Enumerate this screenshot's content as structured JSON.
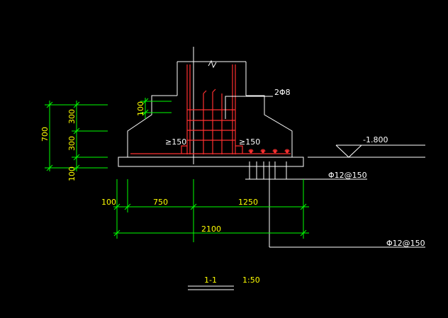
{
  "colors": {
    "background": "#000000",
    "outline": "#ffffff",
    "rebar": "#ff3030",
    "dimension": "#00ff00",
    "dim_text": "#ffff00",
    "title": "#ffff00",
    "scale": "#ffff00"
  },
  "labels": {
    "rebar_top": "2Φ8",
    "cover_left": "≥150",
    "cover_right": "≥150",
    "elevation": "-1.800",
    "rebar_mid": "Φ12@150",
    "rebar_bottom": "Φ12@150"
  },
  "dims": {
    "total_height": "700",
    "seg_upper": "300",
    "seg_middle": "300",
    "seg_lower": "100",
    "small_100": "100",
    "h_left": "100",
    "h_750": "750",
    "h_1250": "1250",
    "h_total": "2100"
  },
  "title": {
    "section": "1-1",
    "scale": "1:50"
  }
}
